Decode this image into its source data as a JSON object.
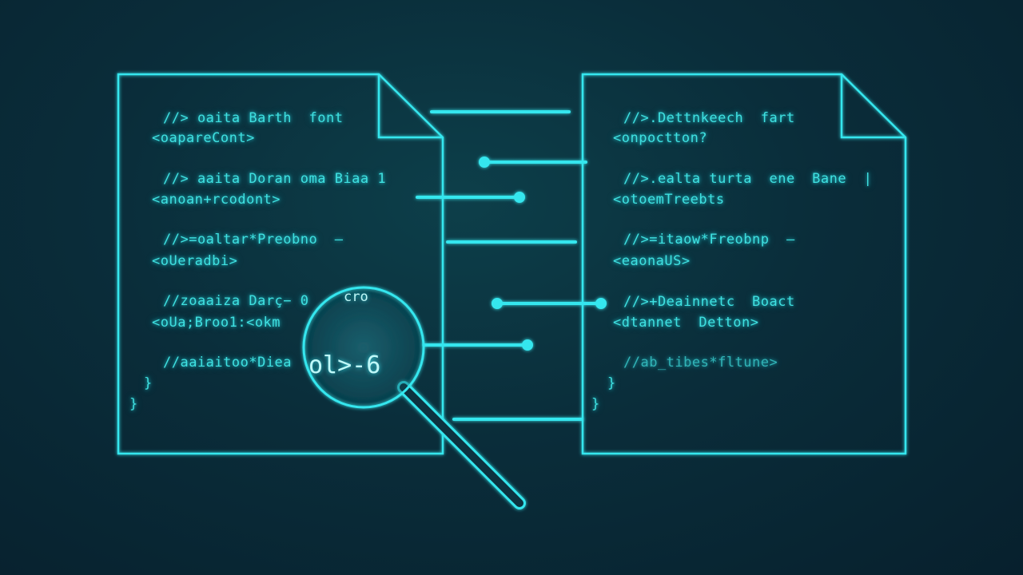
{
  "colors": {
    "background": "#0a2d3a",
    "accent": "#3fe0e0",
    "glow": "#2ae6f0"
  },
  "icons": {
    "left_document": "document-icon",
    "right_document": "document-icon",
    "magnifier": "magnifying-glass-icon"
  },
  "left_doc": {
    "lines": [
      "//> oaita Barth  font",
      "<oapareCont>",
      "//> aaita Doran oma Biaa 1",
      "<anoan+rcodont>",
      "//>=oaltar*Preobno  –",
      "<oUeradbi>",
      "//zoaaiza Darç− 0",
      "<oUa;Broo1:<okm",
      "//aaiaitoo*Diea",
      "}",
      "}"
    ]
  },
  "magnifier": {
    "top_text": "cro",
    "lens_text": "ol>-6"
  },
  "right_doc": {
    "lines": [
      "//>.Dettnkeech  fart",
      "<onpoctton?",
      "//>.ealta turta  ene  Bane  |",
      "<otoemTreebts",
      "//>=itaow*Freobnp  –",
      "<eaonaUS>",
      "//>+Deainnetc  Boact",
      "<dtannet  Detton>",
      "//ab_tibes*fltune>",
      "}",
      "}"
    ]
  }
}
